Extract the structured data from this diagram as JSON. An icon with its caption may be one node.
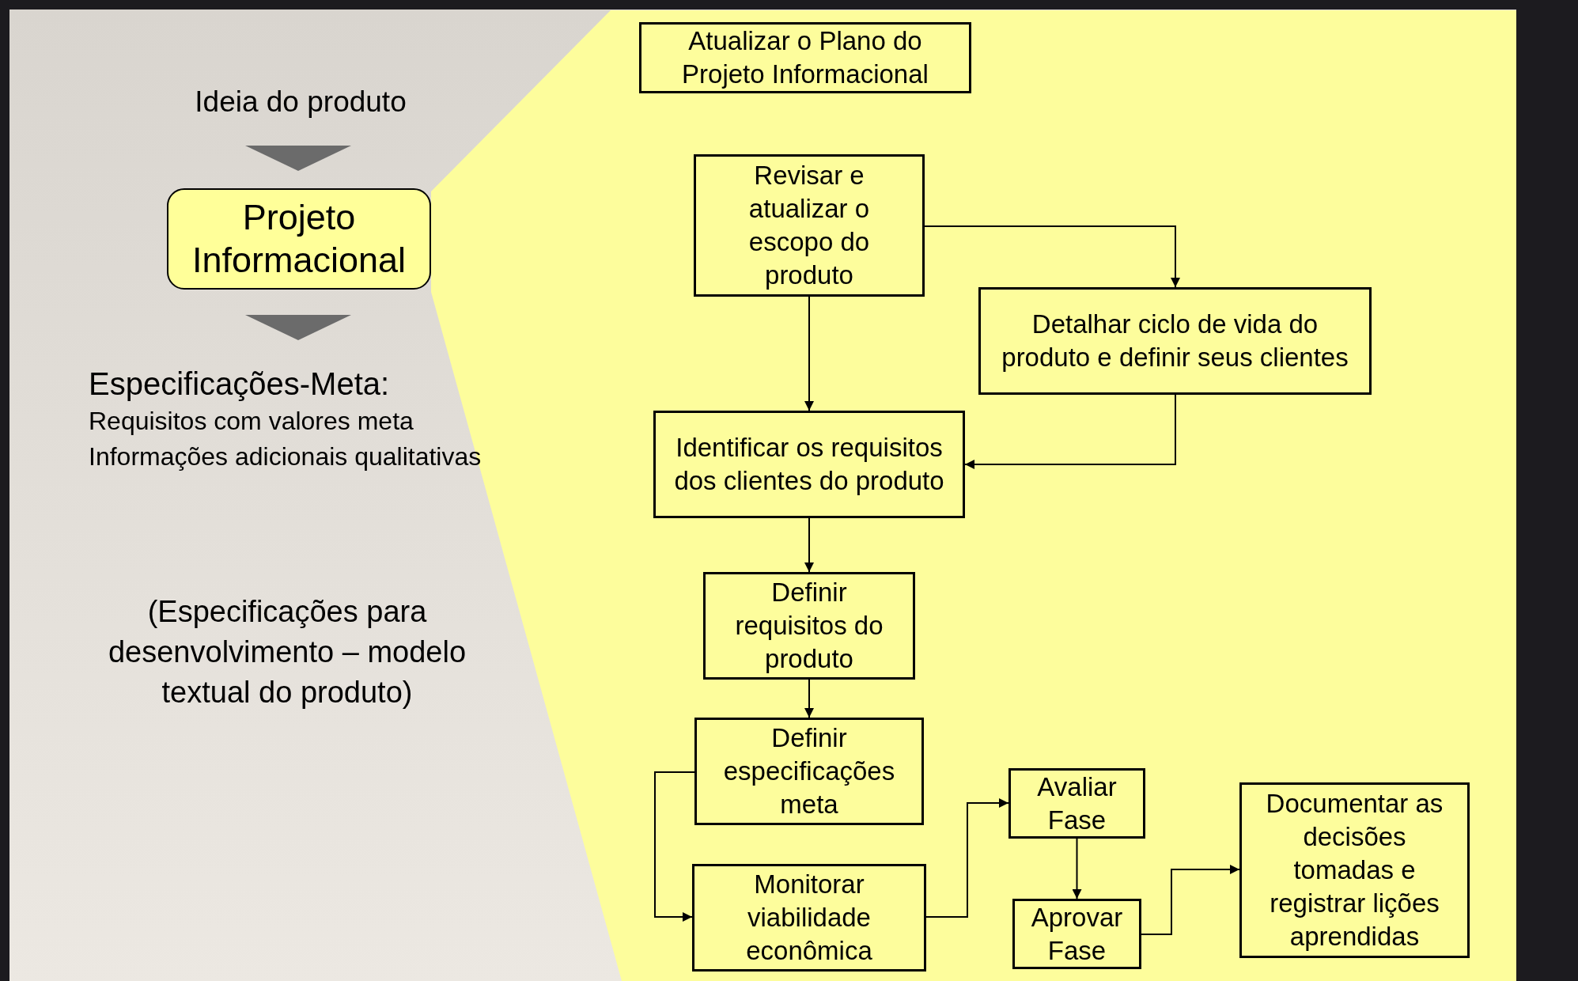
{
  "diagram": {
    "nodes": [
      {
        "text": [
          "Ideia do produto"
        ]
      },
      {
        "text": [
          "Projeto Informacional"
        ]
      },
      {
        "text": [
          "Especificações-Meta:",
          "Requisitos com valores meta",
          "Informações adicionais qualitativas"
        ]
      },
      {
        "text": [
          "Atualizar o Plano do Projeto Informacional"
        ]
      },
      {
        "text": [
          "Revisar e atualizar o escopo do produto"
        ]
      },
      {
        "text": [
          "Detalhar ciclo de vida do produto e definir seus clientes"
        ]
      },
      {
        "text": [
          "Identificar os requisitos dos clientes do produto"
        ]
      },
      {
        "text": [
          "Definir requisitos do produto"
        ]
      },
      {
        "text": [
          "Definir especificações meta"
        ]
      },
      {
        "text": [
          "Monitorar viabilidade econômica"
        ]
      },
      {
        "text": [
          "Avaliar Fase"
        ]
      },
      {
        "text": [
          "Aprovar Fase"
        ]
      },
      {
        "text": [
          "Documentar as decisões tomadas e registrar lições aprendidas"
        ]
      }
    ],
    "edges": [
      {
        "from": 0,
        "to": 1,
        "arrow": "to"
      },
      {
        "from": 1,
        "to": 2,
        "arrow": "to"
      },
      {
        "from": 4,
        "to": 5,
        "arrow": "to"
      },
      {
        "from": 4,
        "to": 6,
        "arrow": "to"
      },
      {
        "from": 5,
        "to": 6,
        "arrow": "to"
      },
      {
        "from": 6,
        "to": 7,
        "arrow": "to"
      },
      {
        "from": 7,
        "to": 8,
        "arrow": "to"
      },
      {
        "from": 8,
        "to": 9,
        "arrow": "to"
      },
      {
        "from": 9,
        "to": 10,
        "arrow": "to"
      },
      {
        "from": 10,
        "to": 11,
        "arrow": "to"
      },
      {
        "from": 11,
        "to": 12,
        "arrow": "to"
      }
    ],
    "labels": [
      "(Especificações para desenvolvimento – modelo textual do produto)"
    ]
  }
}
